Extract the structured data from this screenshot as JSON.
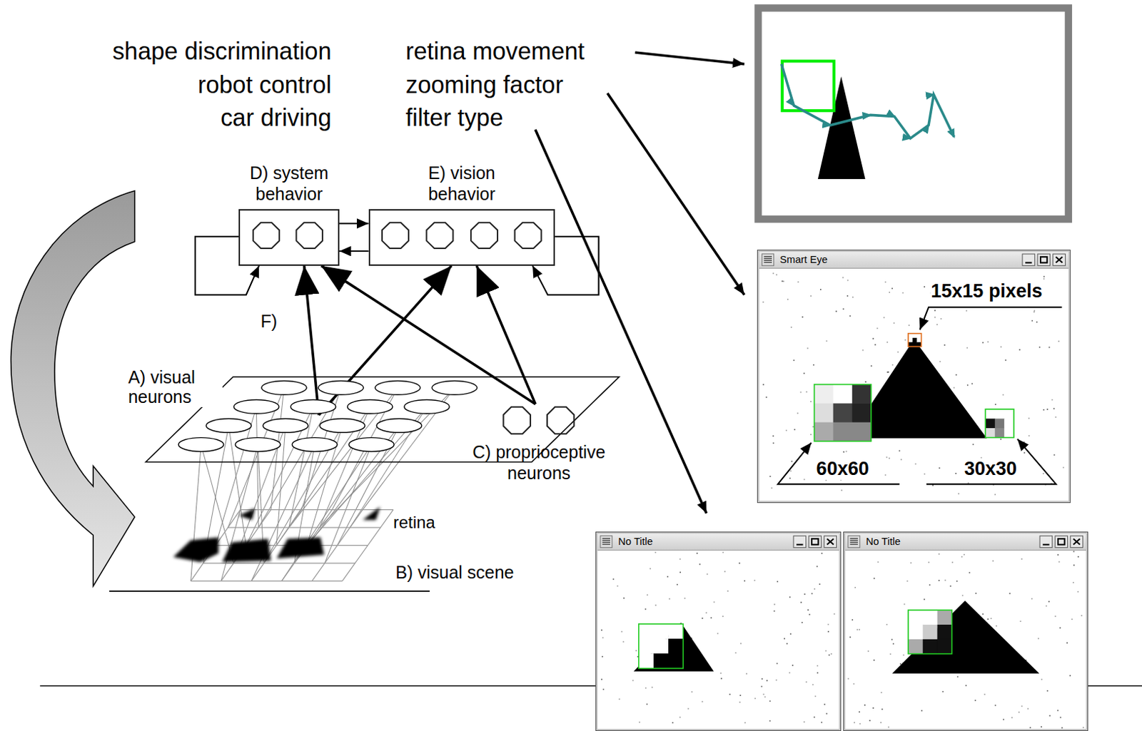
{
  "diagram": {
    "nodes": [
      {
        "text": [
          "D) system behavior"
        ]
      },
      {
        "text": [
          "E) vision behavior"
        ]
      },
      {
        "text": [
          "A) visual neurons"
        ]
      },
      {
        "text": [
          "C) proprioceptive neurons"
        ]
      },
      {
        "text": [
          "B) visual scene"
        ]
      },
      {
        "text": [
          "Smart Eye"
        ]
      },
      {
        "text": [
          "No Title"
        ]
      },
      {
        "text": [
          "No Title"
        ]
      }
    ],
    "edges": [
      {
        "from": 0,
        "to": 1,
        "arrow": "to"
      },
      {
        "from": 1,
        "to": 0,
        "arrow": "to"
      },
      {
        "from": 2,
        "to": 0,
        "arrow": "to"
      },
      {
        "from": 2,
        "to": 1,
        "arrow": "to"
      },
      {
        "from": 3,
        "to": 0,
        "arrow": "to"
      },
      {
        "from": 3,
        "to": 1,
        "arrow": "to"
      },
      {
        "from": 0,
        "to": 0,
        "arrow": "to"
      },
      {
        "from": 1,
        "to": 1,
        "arrow": "to"
      }
    ],
    "labels": [
      "shape discrimination",
      "robot control",
      "car driving",
      "retina movement",
      "zooming factor",
      "filter type",
      "F)",
      "retina",
      "15x15 pixels",
      "60x60",
      "30x30"
    ]
  }
}
